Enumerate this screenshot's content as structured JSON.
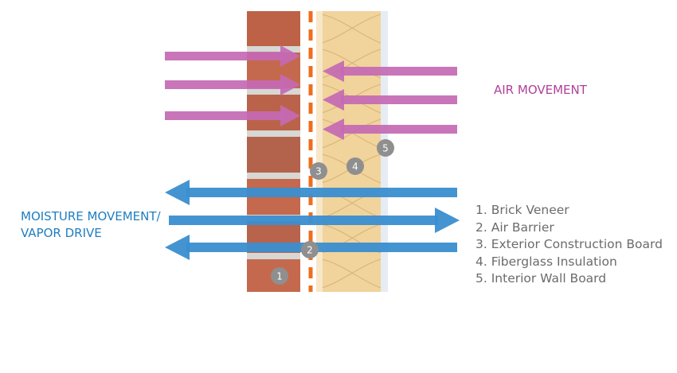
{
  "air_label": "AIR MOVEMENT",
  "moisture_label": [
    "MOISTURE MOVEMENT/",
    "VAPOR DRIVE"
  ],
  "legend": [
    "1. Brick Veneer",
    "2. Air Barrier",
    "3. Exterior Construction Board",
    "4. Fiberglass Insulation",
    "5. Interior Wall Board"
  ],
  "badges": [
    "1",
    "2",
    "3",
    "4",
    "5"
  ],
  "colors": {
    "air": "#c469b4",
    "moisture": "#3a8ed0",
    "badge": "#8f8f8f",
    "air_barrier": "#ee6e1e",
    "insulation": "#f1d39c",
    "brick": "#c4694d",
    "mortar": "#d7d7d3",
    "wallboard": "#e6ecf3",
    "legend_text": "#6b6b6b"
  }
}
